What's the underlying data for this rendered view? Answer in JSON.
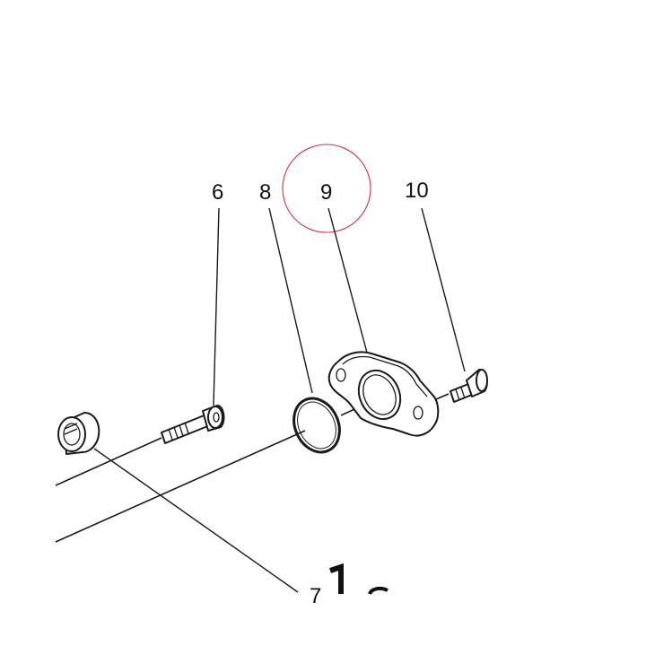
{
  "labels": {
    "part_6": "6",
    "part_8": "8",
    "part_9": "9",
    "part_10": "10",
    "part_7": "7"
  },
  "highlight": {
    "target": "9",
    "color": "#d0314a"
  },
  "colors": {
    "ink": "#1a1a1a",
    "background": "#ffffff"
  }
}
